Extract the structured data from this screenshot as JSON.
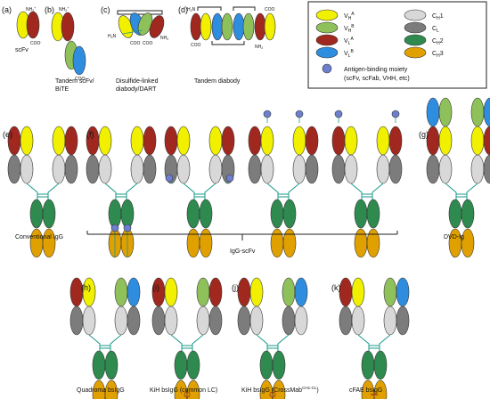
{
  "colors": {
    "VH_A": "#f0f000",
    "VH_B": "#8fc15a",
    "VL_A": "#a0281e",
    "VL_B": "#2f8de0",
    "CH1": "#d8d8d8",
    "CL": "#7c7c7c",
    "CH2": "#2e8a4e",
    "CH3": "#e0a000",
    "antigen": "#6f7fd0",
    "linker": "#1a9a8a"
  },
  "legend": {
    "vh_a": {
      "main": "V",
      "sub": "H",
      "sup": "A"
    },
    "vh_b": {
      "main": "V",
      "sub": "H",
      "sup": "B"
    },
    "vl_a": {
      "main": "V",
      "sub": "L",
      "sup": "A"
    },
    "vl_b": {
      "main": "V",
      "sub": "L",
      "sup": "B"
    },
    "ch1": {
      "main": "C",
      "sub": "H",
      "tail": "1"
    },
    "cl": {
      "main": "C",
      "sub": "L"
    },
    "ch2": {
      "main": "C",
      "sub": "H",
      "tail": "2"
    },
    "ch3": {
      "main": "C",
      "sub": "H",
      "tail": "3"
    },
    "antigen_line1": "Antigen-binding moiety",
    "antigen_line2": "(scFv, scFab, VHH, etc)"
  },
  "panels": {
    "a": {
      "letter": "(a)",
      "caption": "scFv"
    },
    "b": {
      "letter": "(b)",
      "caption_line1": "Tandem scFv/",
      "caption_line2": "BiTE"
    },
    "c": {
      "letter": "(c)",
      "caption_line1": "Disulfide-linked",
      "caption_line2": "diabody/DART"
    },
    "d": {
      "letter": "(d)",
      "caption": "Tandem diabody"
    },
    "e": {
      "letter": "(e)",
      "caption": "Conventional IgG"
    },
    "f": {
      "letter": "(f)",
      "group_label": "IgG-scFv"
    },
    "g": {
      "letter": "(g)",
      "caption": "DVD-Ig"
    },
    "h": {
      "letter": "(h)",
      "caption": "Quadroma bsIgG"
    },
    "i": {
      "letter": "(i)",
      "caption": "KiH bsIgG (common LC)"
    },
    "j": {
      "letter": "(j)",
      "caption": "KiH bsIgG (CrossMab",
      "caption_sup": "CH1-CL",
      "caption_end": ")"
    },
    "k": {
      "letter": "(k)",
      "caption": "cFAE bsIgG"
    }
  },
  "termini": {
    "nh2": "NH",
    "nh2_sub": "2",
    "nh2_sup": "+",
    "h2n": "H",
    "h2n_sub": "2",
    "h2n_end": "N",
    "coo": "COO",
    "coo_sup": "-"
  }
}
